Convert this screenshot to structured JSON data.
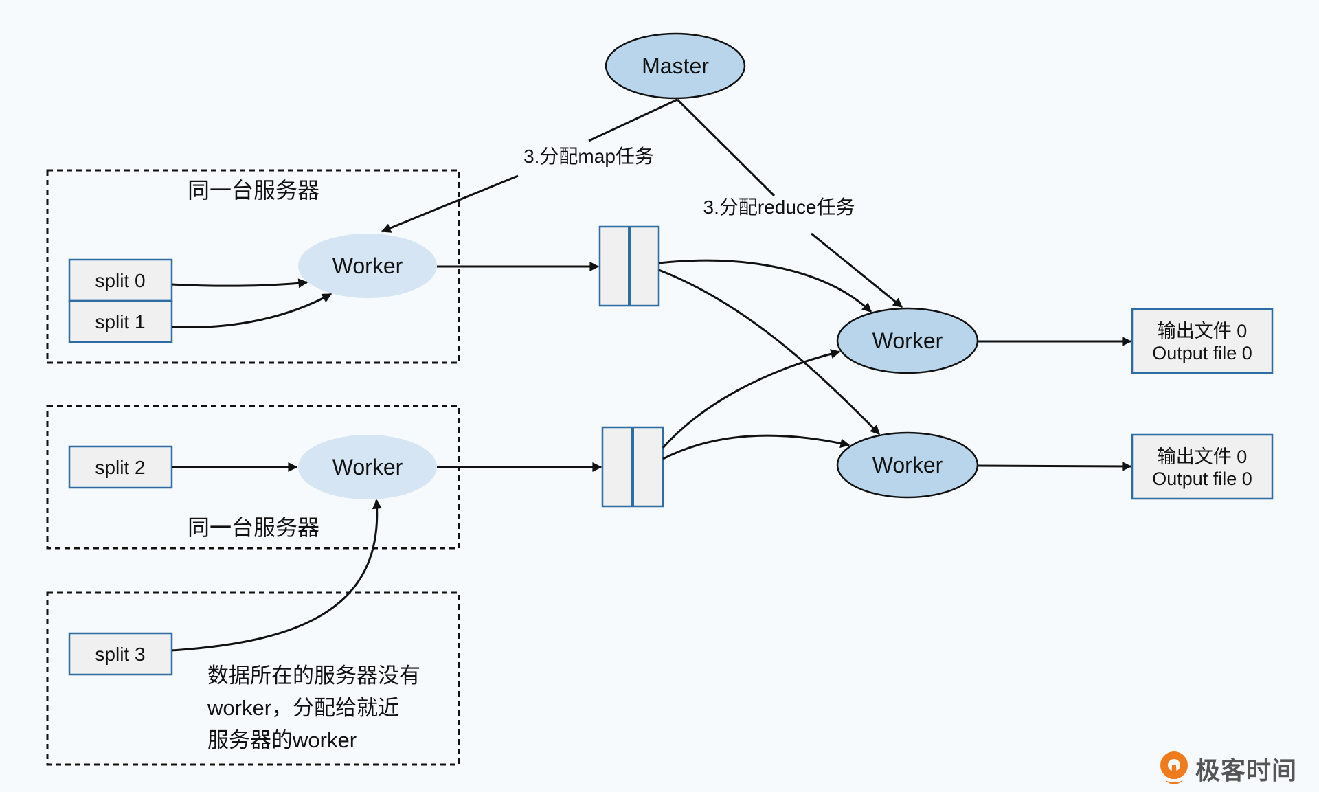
{
  "colors": {
    "background": "#f6fafc",
    "map_worker_fill": "#d5e5f3",
    "reduce_worker_fill": "#b9d5eb",
    "master_fill": "#b9d5eb",
    "box_fill": "#f0f0f0",
    "box_border": "#2e6da4",
    "line": "#111111",
    "logo_orange": "#f07b1d",
    "logo_text": "#555555"
  },
  "master": {
    "label": "Master"
  },
  "edges": {
    "assign_map": "3.分配map任务",
    "assign_reduce": "3.分配reduce任务"
  },
  "server_groups": [
    {
      "label": "同一台服务器",
      "splits": [
        "split 0",
        "split 1"
      ],
      "worker": "Worker"
    },
    {
      "label": "同一台服务器",
      "splits": [
        "split 2"
      ],
      "worker": "Worker"
    },
    {
      "label": "",
      "splits": [
        "split 3"
      ],
      "note": [
        "数据所在的服务器没有",
        "worker，分配给就近",
        "服务器的worker"
      ]
    }
  ],
  "reduce_workers": [
    {
      "label": "Worker",
      "output": [
        "输出文件 0",
        "Output file 0"
      ]
    },
    {
      "label": "Worker",
      "output": [
        "输出文件 0",
        "Output file 0"
      ]
    }
  ],
  "logo": {
    "text": "极客时间"
  }
}
